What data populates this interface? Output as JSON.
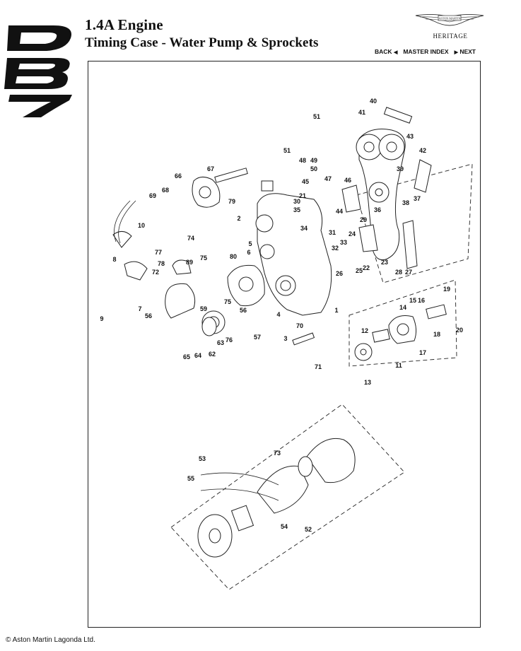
{
  "header": {
    "logo_text": "DB7",
    "title": "1.4A Engine",
    "subtitle": "Timing Case - Water Pump & Sprockets",
    "brand_badge": "ASTON MARTIN",
    "heritage": "HERITAGE"
  },
  "nav": {
    "back": "BACK",
    "master_index": "MASTER INDEX",
    "next": "NEXT"
  },
  "diagram": {
    "labels": [
      "1",
      "2",
      "3",
      "4",
      "5",
      "6",
      "7",
      "8",
      "9",
      "10",
      "11",
      "12",
      "13",
      "14",
      "15",
      "16",
      "17",
      "18",
      "19",
      "20",
      "21",
      "22",
      "23",
      "24",
      "25",
      "26",
      "27",
      "28",
      "29",
      "30",
      "31",
      "32",
      "33",
      "34",
      "35",
      "36",
      "37",
      "38",
      "39",
      "40",
      "41",
      "42",
      "43",
      "44",
      "45",
      "46",
      "47",
      "48",
      "49",
      "50",
      "51",
      "51",
      "52",
      "53",
      "54",
      "55",
      "56",
      "56",
      "57",
      "59",
      "62",
      "63",
      "64",
      "65",
      "66",
      "67",
      "68",
      "69",
      "70",
      "71",
      "72",
      "73",
      "74",
      "75",
      "75",
      "76",
      "77",
      "78",
      "79",
      "80",
      "89"
    ]
  },
  "footer": {
    "copyright": "© Aston Martin Lagonda Ltd."
  },
  "colors": {
    "ink": "#111111",
    "background": "#ffffff"
  }
}
